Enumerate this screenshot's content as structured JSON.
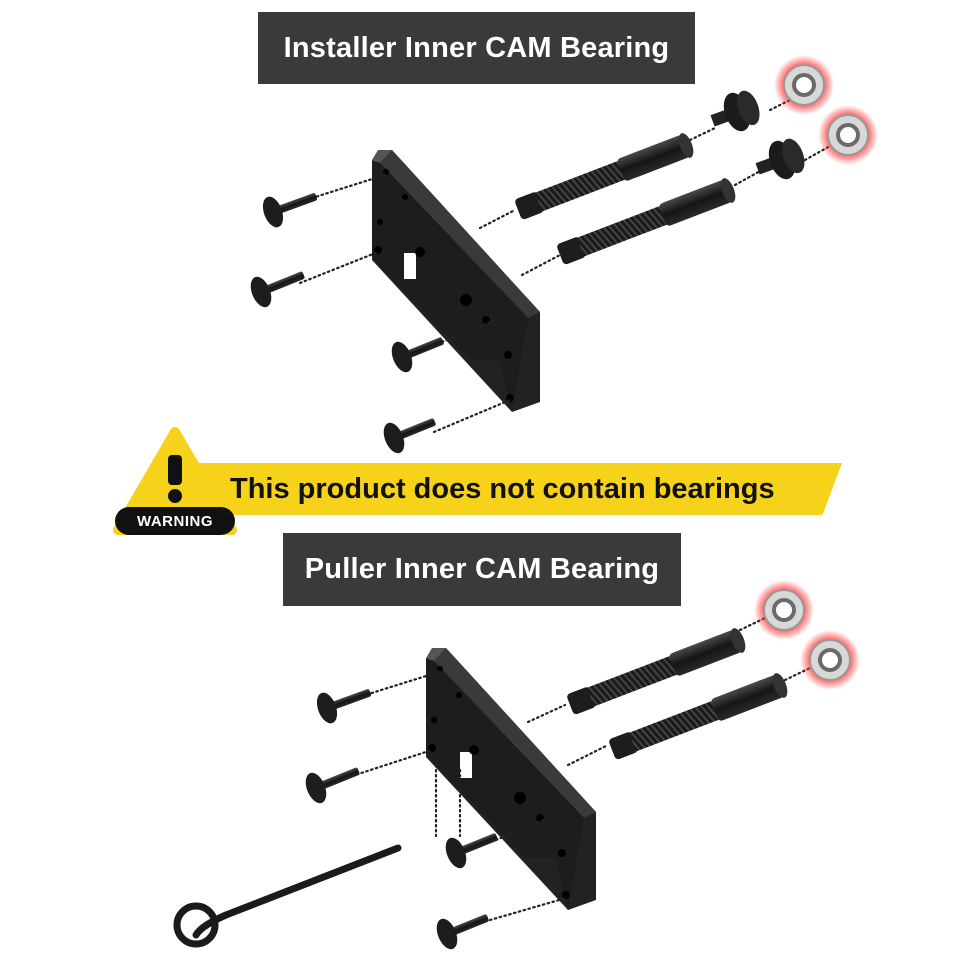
{
  "top_title": "Installer Inner CAM Bearing",
  "bottom_title": "Puller Inner CAM Bearing",
  "warning": {
    "message": "This product does not contain bearings",
    "label": "WARNING",
    "icon": "exclamation-triangle-icon"
  },
  "colors": {
    "title_bg": "#3a3a3a",
    "warning_yellow": "#f6d21a",
    "part_black": "#1c1c1c",
    "bearing_highlight": "#ff2a2a"
  }
}
